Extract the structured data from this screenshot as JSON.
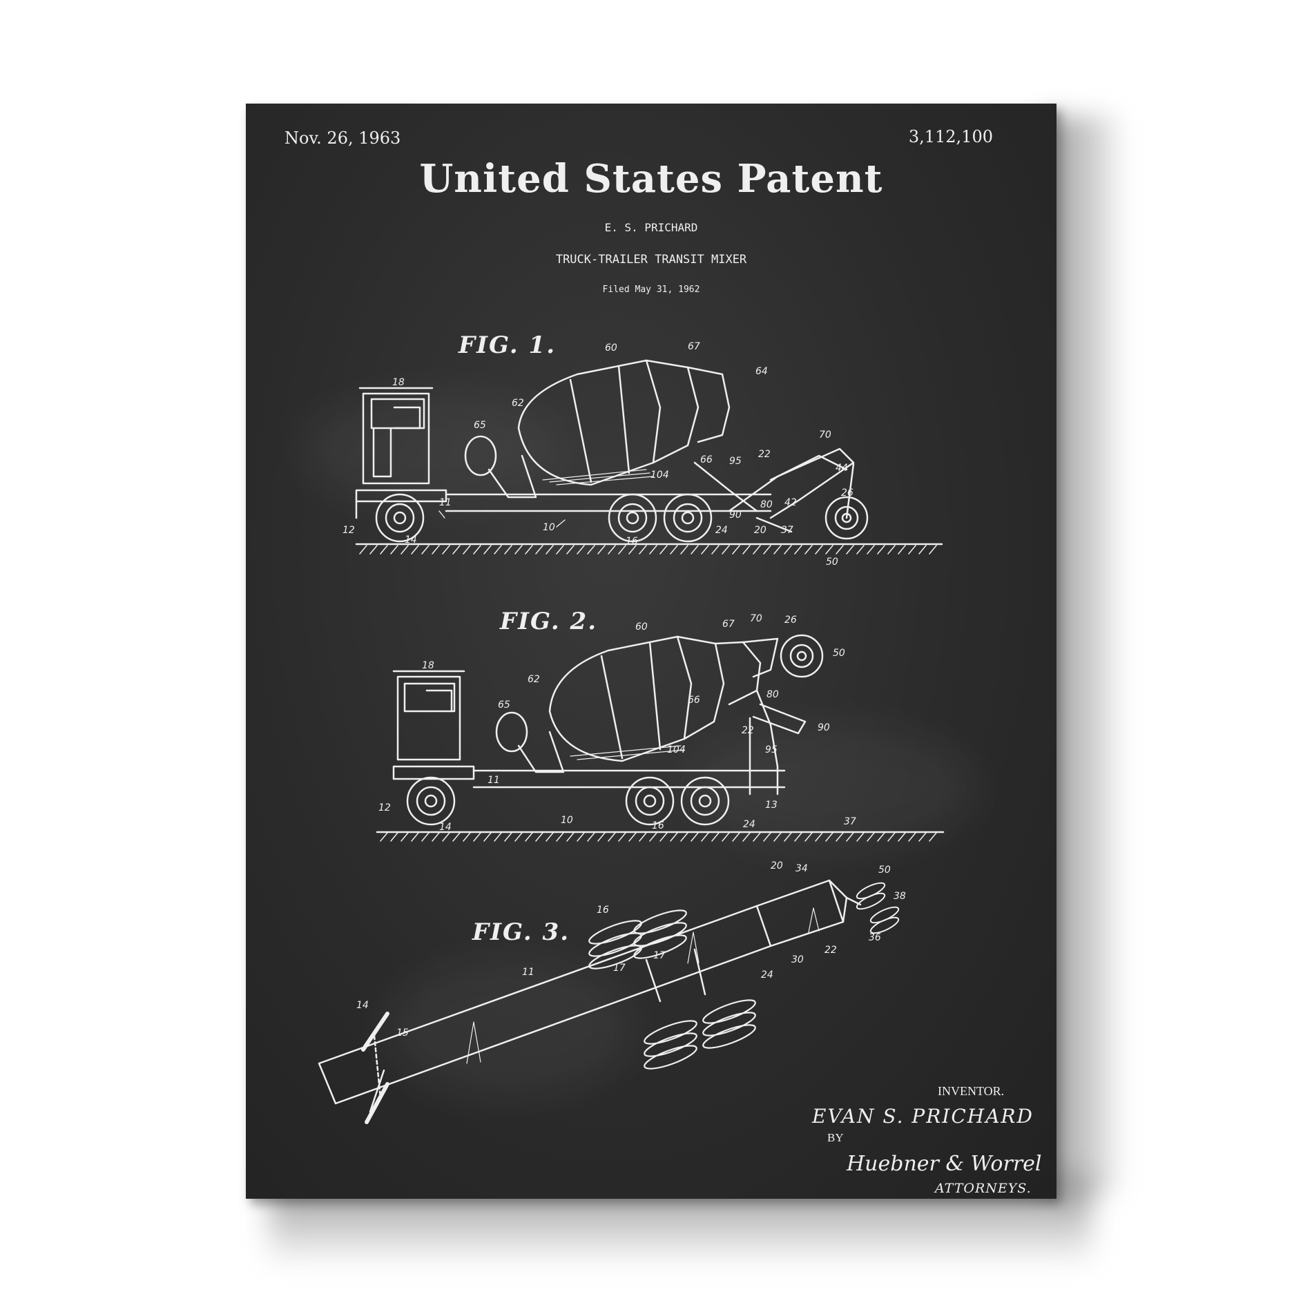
{
  "patent": {
    "date": "Nov. 26, 1963",
    "number": "3,112,100",
    "header": "United States Patent",
    "inventor_short": "E. S. PRICHARD",
    "title": "TRUCK-TRAILER TRANSIT MIXER",
    "filed": "Filed May 31, 1962"
  },
  "figures": {
    "fig1": "FIG. 1.",
    "fig2": "FIG. 2.",
    "fig3": "FIG. 3."
  },
  "signature": {
    "inventor_label": "INVENTOR.",
    "inventor_name": "EVAN S. PRICHARD",
    "by": "BY",
    "attorneys_name": "Huebner & Worrel",
    "attorneys_label": "ATTORNEYS."
  },
  "colors": {
    "chalkboard": "#2b2b2b",
    "line": "#efefef"
  }
}
